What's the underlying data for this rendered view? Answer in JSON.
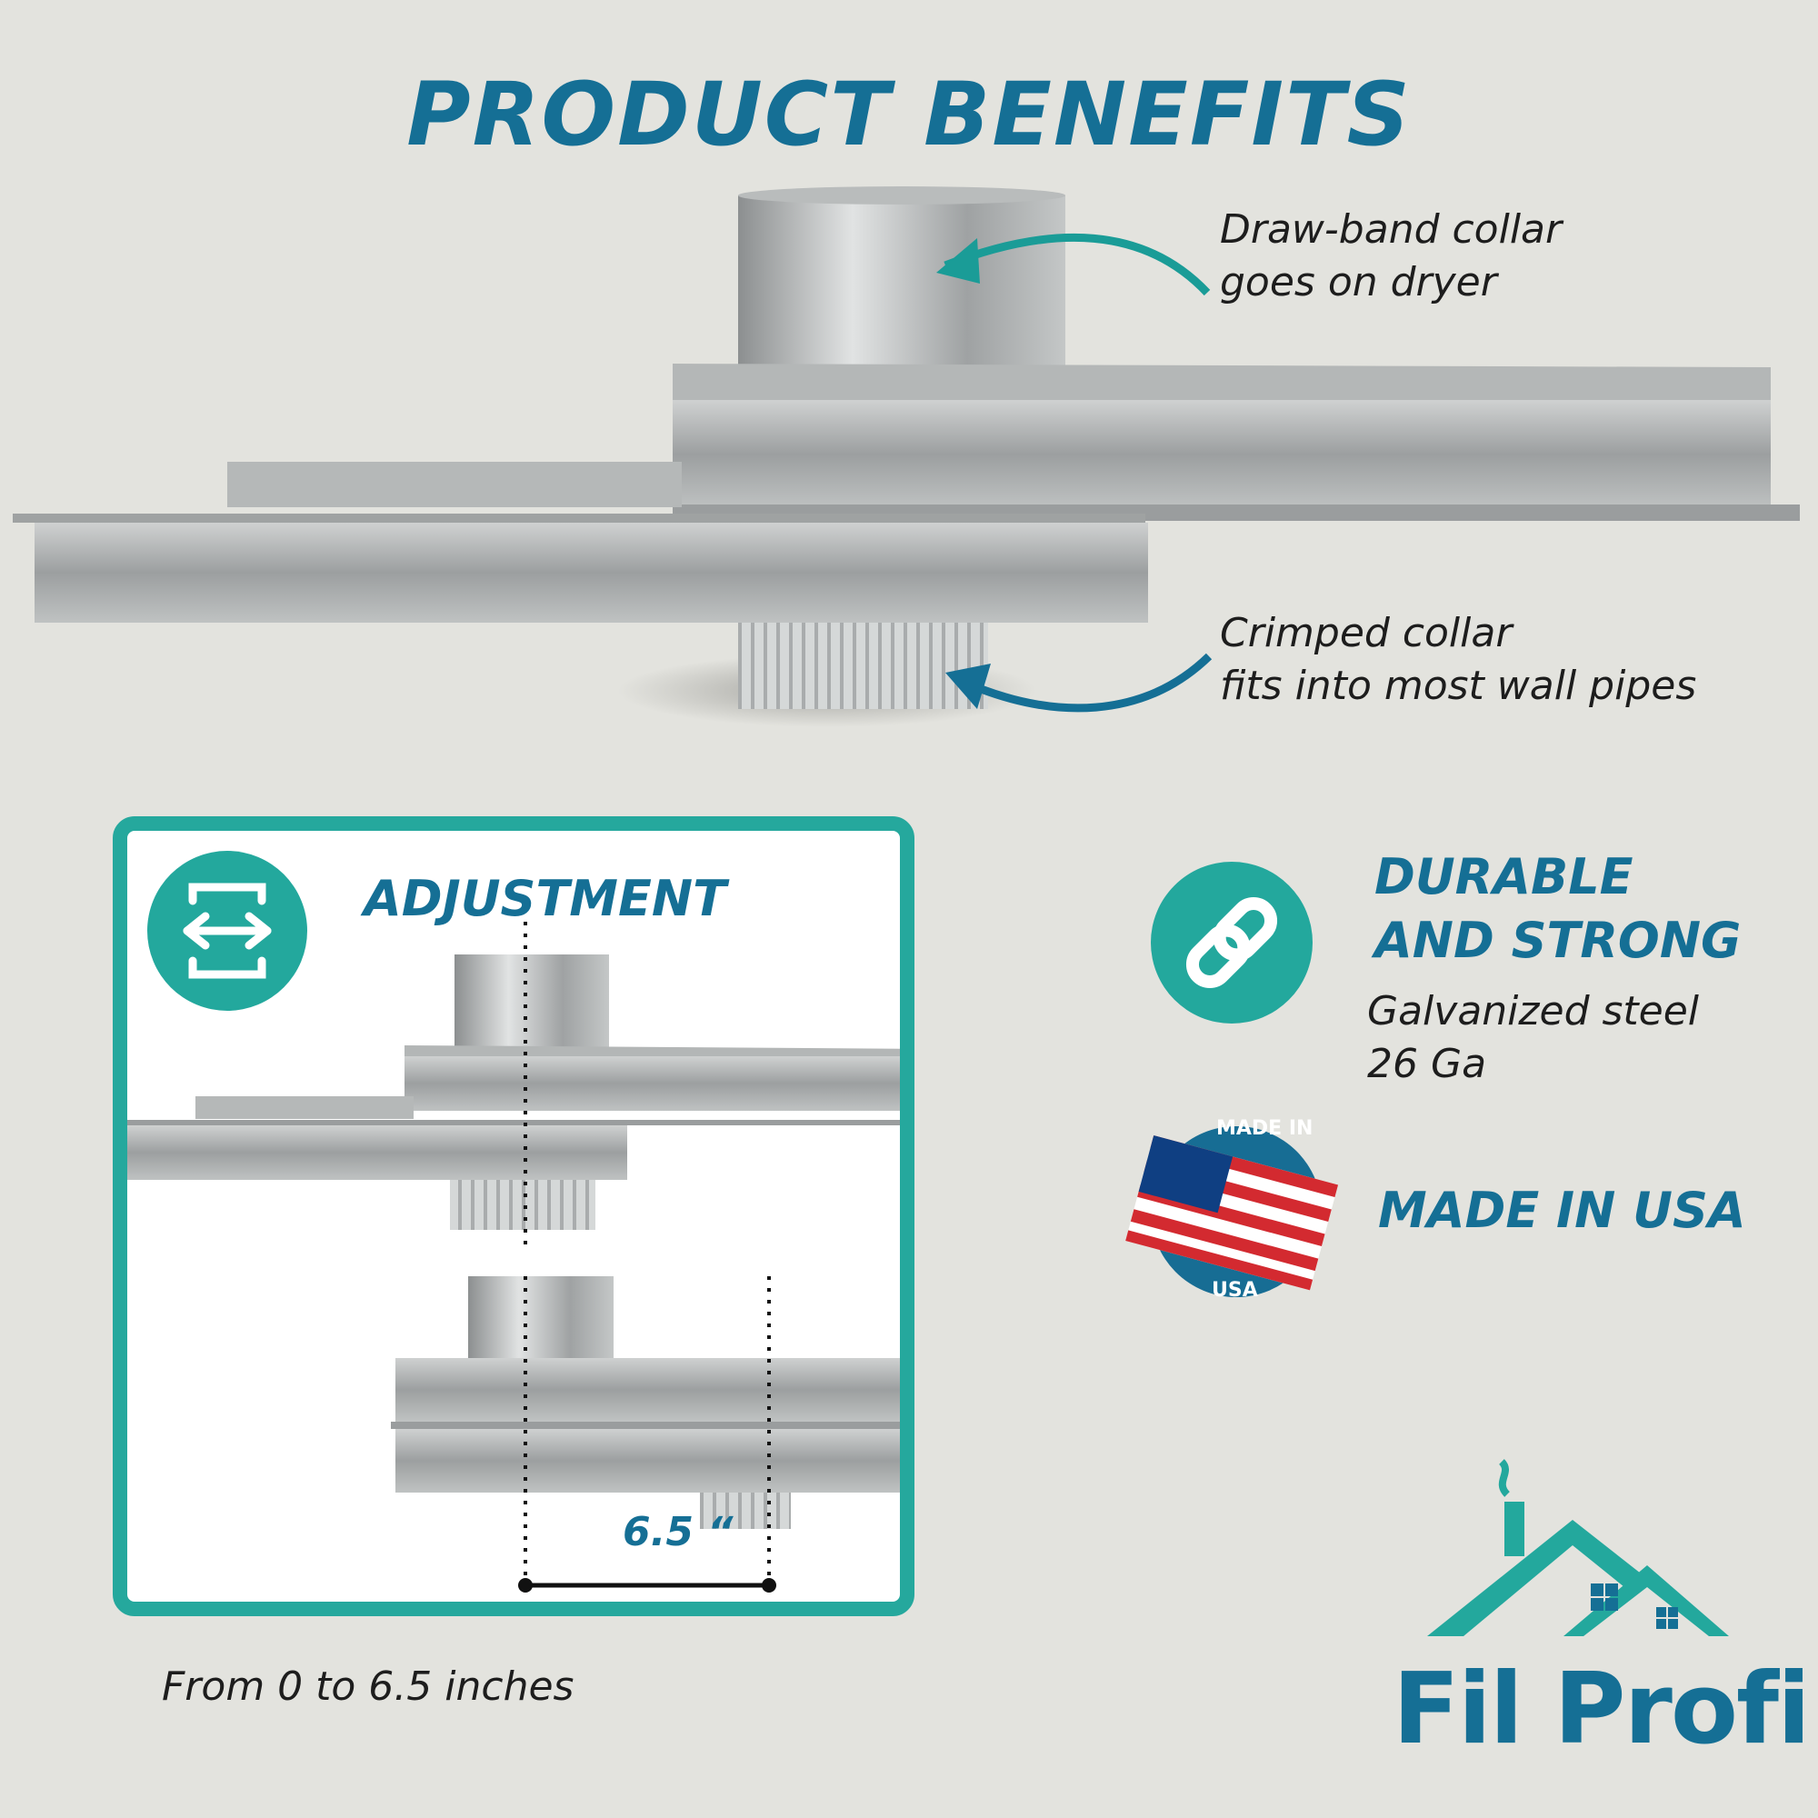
{
  "title": "PRODUCT BENEFITS",
  "callouts": {
    "top": [
      "Draw-band collar",
      "goes on dryer"
    ],
    "bottom": [
      "Crimped collar",
      "fits into most wall pipes"
    ]
  },
  "adjustment": {
    "heading": "ADJUSTMENT",
    "dimension": "6.5 “",
    "caption": "From 0 to 6.5 inches",
    "icon": "expand-horizontal-icon"
  },
  "durable": {
    "heading_lines": [
      "DURABLE",
      "AND STRONG"
    ],
    "spec_lines": [
      "Galvanized steel",
      "26 Ga"
    ],
    "icon": "chain-link-icon"
  },
  "usa": {
    "heading": "MADE IN USA",
    "seal_top": "MADE IN",
    "seal_bottom": "USA",
    "icon": "usa-flag-seal-icon"
  },
  "brand": {
    "name": "Fil Profi",
    "icon": "house-chimney-logo-icon"
  },
  "colors": {
    "primary_blue": "#156f95",
    "teal": "#23a89d",
    "background": "#e3e3de",
    "text": "#1d1d1d"
  }
}
